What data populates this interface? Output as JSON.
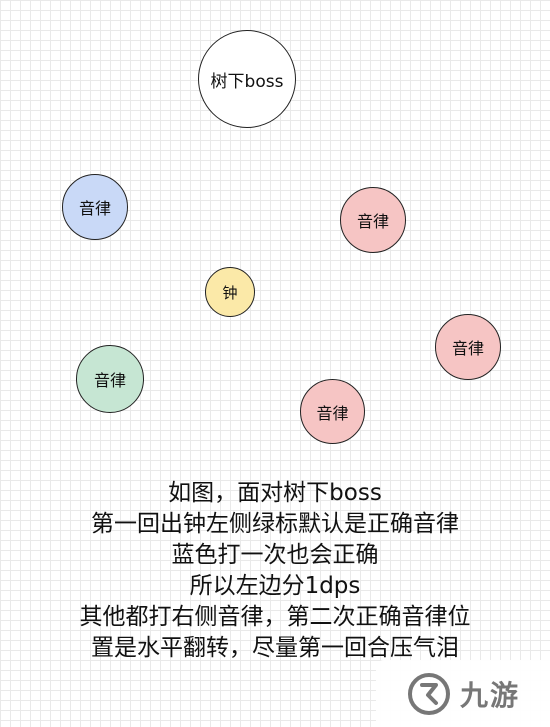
{
  "diagram": {
    "boss": "树下boss",
    "bell": "钟",
    "nodes": {
      "blue": "音律",
      "red_upper": "音律",
      "red_right": "音律",
      "green": "音律",
      "red_lower": "音律"
    },
    "colors": {
      "blue": "#c9d9f7",
      "red": "#f6c5c4",
      "green": "#c6e6d3",
      "yellow": "#fbe9a8",
      "white": "#ffffff"
    }
  },
  "caption": [
    "如图，面对树下boss",
    "第一回出钟左侧绿标默认是正确音律",
    "蓝色打一次也会正确",
    "所以左边分1dps",
    "其他都打右侧音律，第二次正确音律位",
    "置是水平翻转，尽量第一回合压气泪"
  ],
  "watermark": {
    "logo_icon": "jiuyou-logo-icon",
    "text": "九游"
  }
}
